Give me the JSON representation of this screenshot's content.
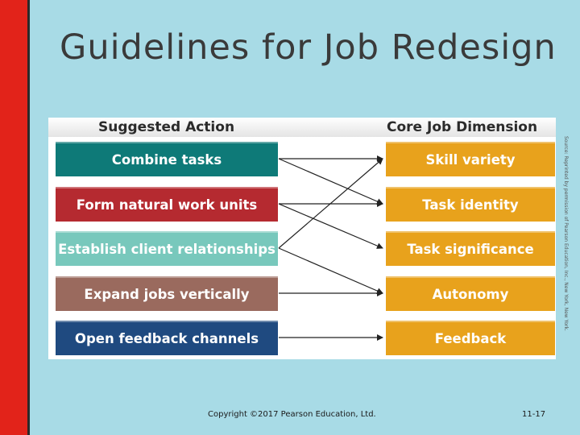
{
  "slide": {
    "title": "Guidelines for Job Redesign",
    "copyright": "Copyright ©2017 Pearson Education, Ltd.",
    "slide_number": "11-17",
    "source_note": "Source: Reprinted by permission of Pearson Education, Inc., New York, New York."
  },
  "figure": {
    "left_header": "Suggested Action",
    "right_header": "Core Job Dimension",
    "actions": [
      {
        "label": "Combine tasks",
        "color": "#0e7a78"
      },
      {
        "label": "Form natural work units",
        "color": "#b52a30"
      },
      {
        "label": "Establish client relationships",
        "color": "#78c8bc"
      },
      {
        "label": "Expand jobs vertically",
        "color": "#9a6a5e"
      },
      {
        "label": "Open feedback channels",
        "color": "#1f4a80"
      }
    ],
    "dimensions": [
      {
        "label": "Skill variety"
      },
      {
        "label": "Task identity"
      },
      {
        "label": "Task significance"
      },
      {
        "label": "Autonomy"
      },
      {
        "label": "Feedback"
      }
    ],
    "links": [
      [
        0,
        0
      ],
      [
        0,
        1
      ],
      [
        1,
        1
      ],
      [
        1,
        2
      ],
      [
        2,
        0
      ],
      [
        2,
        3
      ],
      [
        3,
        3
      ],
      [
        4,
        4
      ]
    ]
  }
}
